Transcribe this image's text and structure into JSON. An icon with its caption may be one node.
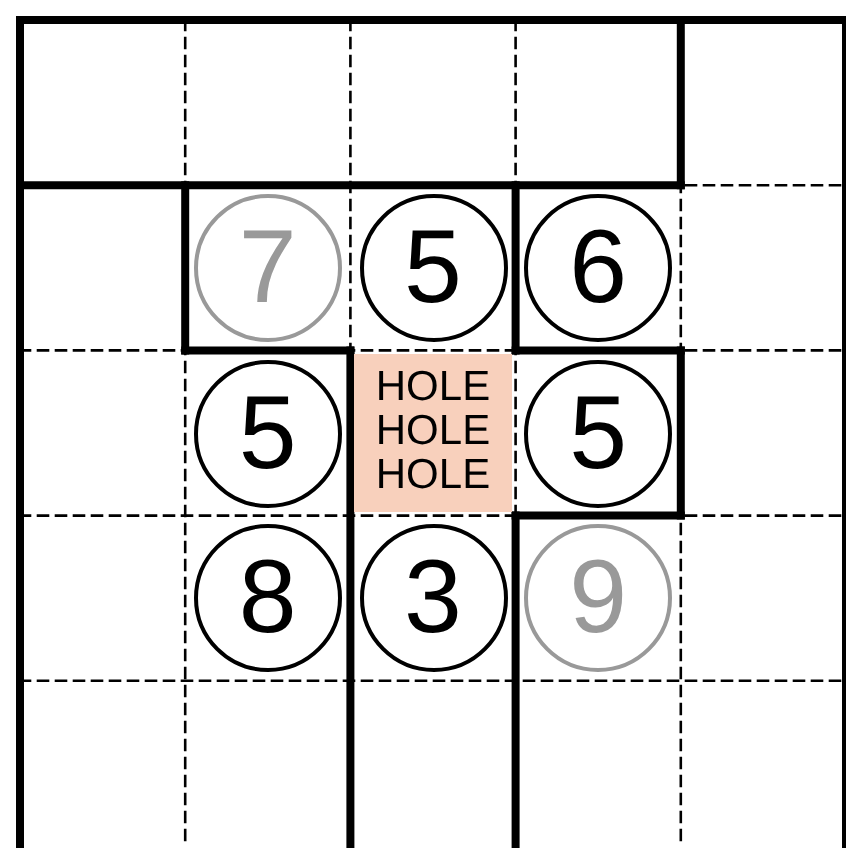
{
  "diagram": {
    "nodes": [
      {
        "text": [
          "7"
        ]
      },
      {
        "text": [
          "5"
        ]
      },
      {
        "text": [
          "6"
        ]
      },
      {
        "text": [
          "5"
        ]
      },
      {
        "text": [
          "HOLE HOLE HOLE"
        ]
      },
      {
        "text": [
          "5"
        ]
      },
      {
        "text": [
          "8"
        ]
      },
      {
        "text": [
          "3"
        ]
      },
      {
        "text": [
          "9"
        ]
      }
    ]
  }
}
